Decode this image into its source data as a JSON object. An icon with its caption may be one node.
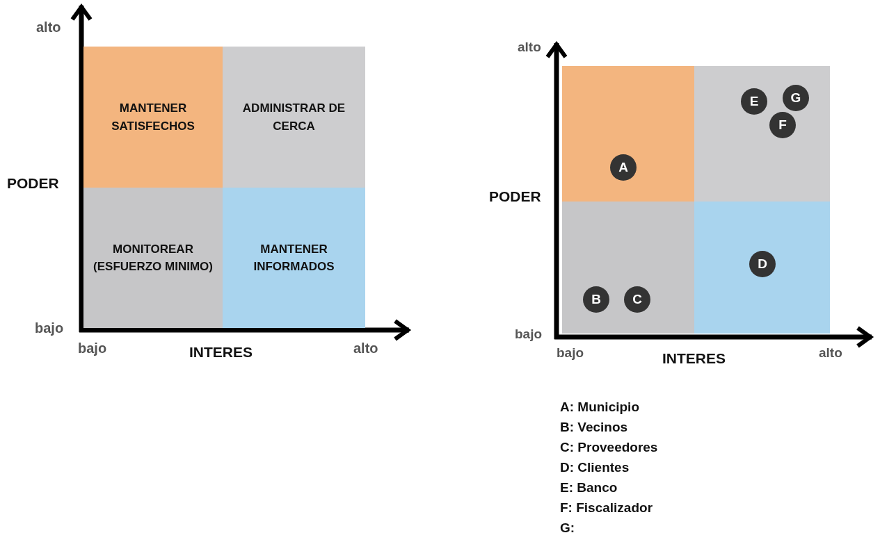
{
  "diagram": {
    "nodes": [
      {
        "text": [
          "MANTENER SATISFECHOS"
        ]
      },
      {
        "text": [
          "ADMINISTRAR DE CERCA"
        ]
      },
      {
        "text": [
          "MONITOREAR (ESFUERZO MINIMO)"
        ]
      },
      {
        "text": [
          "MANTENER INFORMADOS"
        ]
      },
      {
        "text": [],
        "shape": "box"
      },
      {
        "text": [],
        "shape": "box"
      },
      {
        "text": [],
        "shape": "box"
      },
      {
        "text": [],
        "shape": "box"
      },
      {
        "text": [
          "A"
        ],
        "in": 4
      },
      {
        "text": [
          "B"
        ],
        "in": 6
      },
      {
        "text": [
          "C"
        ],
        "in": 6
      },
      {
        "text": [
          "D"
        ],
        "in": 7
      },
      {
        "text": [
          "E"
        ],
        "in": 5
      },
      {
        "text": [
          "G"
        ],
        "in": 5
      },
      {
        "text": [
          "F"
        ],
        "in": 5
      }
    ],
    "edges": [],
    "labels": [
      "alto",
      "PODER",
      "bajo",
      "bajo",
      "INTERES",
      "alto",
      "alto",
      "PODER",
      "bajo",
      "bajo",
      "INTERES",
      "alto",
      "A: Municipio",
      "B: Vecinos",
      "C: Proveedores",
      "D: Clientes",
      "E: Banco",
      "F: Fiscalizador",
      "G:"
    ]
  }
}
